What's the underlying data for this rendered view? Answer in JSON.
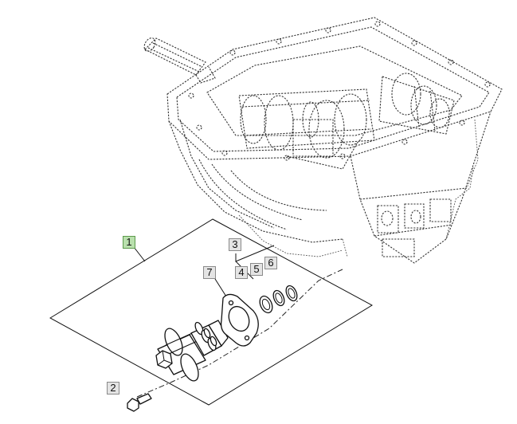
{
  "diagram": {
    "accent_color": "#b9e0ad",
    "callouts": [
      {
        "id": "1",
        "label": "1",
        "active": true
      },
      {
        "id": "2",
        "label": "2"
      },
      {
        "id": "3",
        "label": "3"
      },
      {
        "id": "4",
        "label": "4"
      },
      {
        "id": "5",
        "label": "5"
      },
      {
        "id": "6",
        "label": "6"
      },
      {
        "id": "7",
        "label": "7"
      }
    ]
  }
}
